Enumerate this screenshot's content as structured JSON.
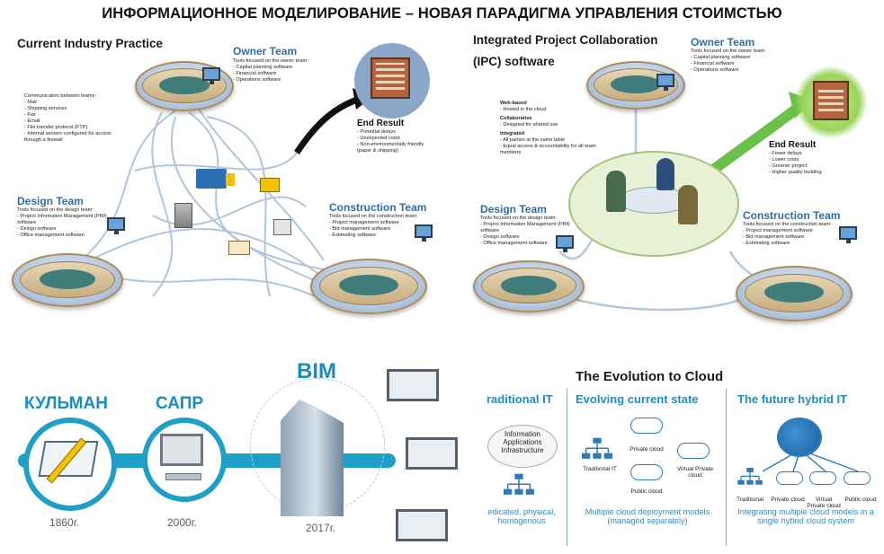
{
  "title": "ИНФОРМАЦИОННОЕ МОДЕЛИРОВАНИЕ – НОВАЯ ПАРАДИГМА УПРАВЛЕНИЯ СТОИМСТЬЮ",
  "left_panel": {
    "title": "Current Industry Practice",
    "communication": {
      "heading": "Communication between teams:",
      "items": [
        "Mail",
        "Shipping services",
        "Fax",
        "Email",
        "File transfer protocol (FTP)",
        "Internal servers configured for access through a firewall"
      ]
    },
    "owner": {
      "title": "Owner Team",
      "heading": "Tools focused on the owner team:",
      "items": [
        "Capital planning software",
        "Financial software",
        "Operations software"
      ]
    },
    "design": {
      "title": "Design Team",
      "heading": "Tools focused on the design team:",
      "items": [
        "Project Information Management (PIM) software",
        "Design software",
        "Office management software"
      ]
    },
    "construction": {
      "title": "Construction Team",
      "heading": "Tools focused on the construction team:",
      "items": [
        "Project management software",
        "Bid management software",
        "Estimating software"
      ]
    },
    "result": {
      "title": "End Result",
      "items": [
        "Potential delays",
        "Unexpected costs",
        "Non-environmentally friendly (paper & shipping)"
      ]
    }
  },
  "right_panel": {
    "title_line1": "Integrated Project Collaboration",
    "title_line2": "(IPC) software",
    "features": [
      {
        "heading": "Web-based",
        "items": [
          "Hosted in the cloud"
        ]
      },
      {
        "heading": "Collaborative",
        "items": [
          "Designed for shared use"
        ]
      },
      {
        "heading": "Integrated",
        "items": [
          "All parties at the same table",
          "Equal access & accountability for all team members"
        ]
      }
    ],
    "owner": {
      "title": "Owner Team",
      "heading": "Tools focused on the owner team:",
      "items": [
        "Capital planning software",
        "Financial software",
        "Operations software"
      ]
    },
    "design": {
      "title": "Design Team",
      "heading": "Tools focused on the design team:",
      "items": [
        "Project Information Management (PIM) software",
        "Design software",
        "Office management software"
      ]
    },
    "construction": {
      "title": "Construction Team",
      "heading": "Tools focused on the construction team:",
      "items": [
        "Project management software",
        "Bid management software",
        "Estimating software"
      ]
    },
    "result": {
      "title": "End Result",
      "items": [
        "Fewer delays",
        "Lower costs",
        "Greener project",
        "Higher quality building"
      ]
    }
  },
  "timeline": {
    "eras": [
      {
        "label": "КУЛЬМАН",
        "year": "1860г."
      },
      {
        "label": "САПР",
        "year": "2000г."
      },
      {
        "label": "BIM",
        "year": "2017г."
      }
    ],
    "arrows": "▶▶▶"
  },
  "cloud_evolution": {
    "title": "The Evolution to Cloud",
    "columns": [
      {
        "heading": "raditional IT",
        "stack": [
          "Information",
          "Applications",
          "Infrastructure"
        ],
        "footer": "edicated, physical, homogenous"
      },
      {
        "heading": "Evolving current state",
        "icons": [
          "Private cloud",
          "Traditional IT",
          "Virtual Private cloud",
          "Public cloud"
        ],
        "footer": "Multiple cloud deployment models (managed separately)"
      },
      {
        "heading": "The future hybrid IT",
        "icons": [
          "Traditional",
          "Private cloud",
          "Virtual Private cloud",
          "Public cloud"
        ],
        "footer": "Integrating multiple cloud models in a single hybrid cloud system"
      }
    ]
  },
  "colors": {
    "team_title": "#2e6ea8",
    "timeline_blue": "#1f9fc7",
    "cloud_blue": "#1f8cc4",
    "growth_green": "#6cc04a"
  }
}
